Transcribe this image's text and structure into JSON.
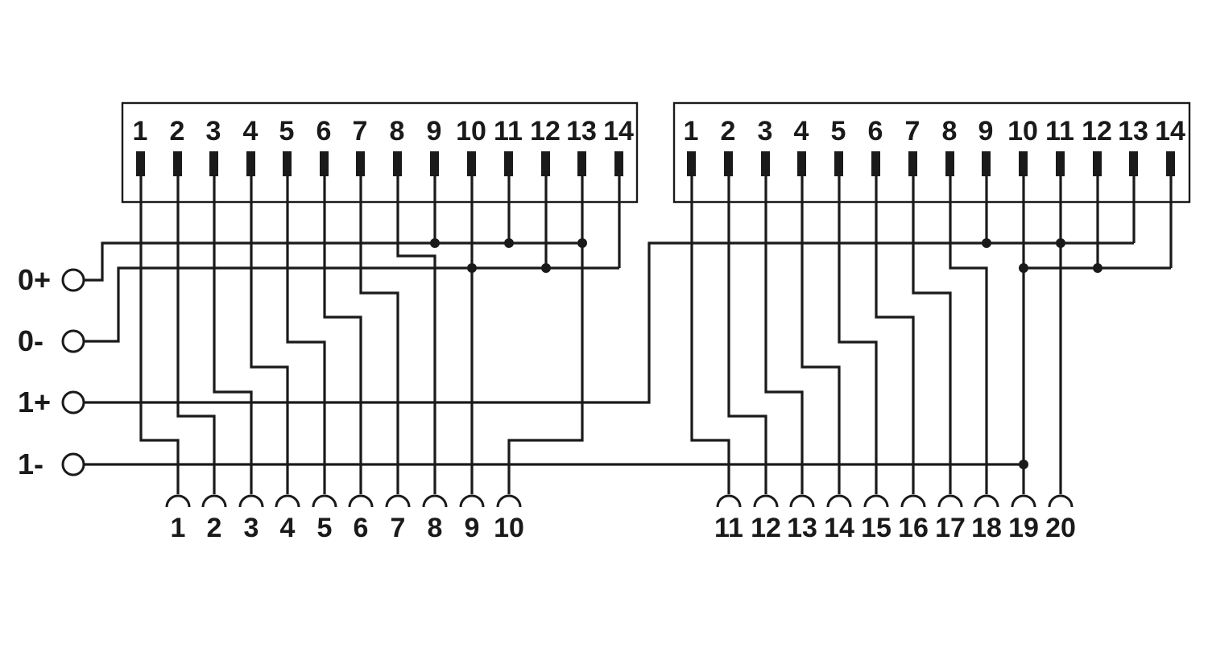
{
  "connector_left": {
    "pins": [
      "1",
      "2",
      "3",
      "4",
      "5",
      "6",
      "7",
      "8",
      "9",
      "10",
      "11",
      "12",
      "13",
      "14"
    ]
  },
  "connector_right": {
    "pins": [
      "1",
      "2",
      "3",
      "4",
      "5",
      "6",
      "7",
      "8",
      "9",
      "10",
      "11",
      "12",
      "13",
      "14"
    ]
  },
  "power_terminals": [
    "0+",
    "0-",
    "1+",
    "1-"
  ],
  "output_terminals": [
    "1",
    "2",
    "3",
    "4",
    "5",
    "6",
    "7",
    "8",
    "9",
    "10",
    "11",
    "12",
    "13",
    "14",
    "15",
    "16",
    "17",
    "18",
    "19",
    "20"
  ]
}
